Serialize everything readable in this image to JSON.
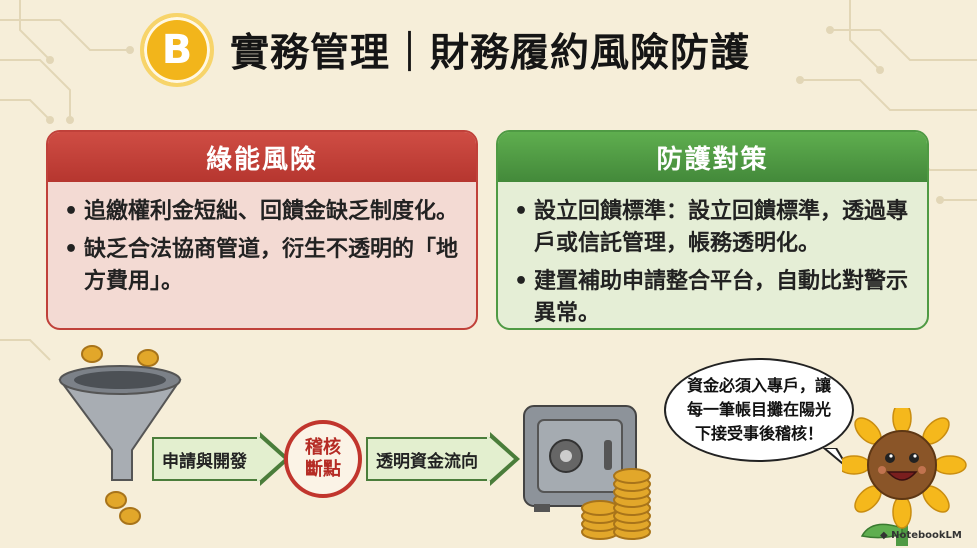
{
  "header": {
    "badge": "B",
    "title": "實務管理｜財務履約風險防護"
  },
  "risk_card": {
    "title": "綠能風險",
    "accent": "#c0413a",
    "items": [
      "追繳權利金短絀、回饋金缺乏制度化。",
      "缺乏合法協商管道，衍生不透明的「地方費用」。"
    ]
  },
  "measure_card": {
    "title": "防護對策",
    "accent": "#4f9a44",
    "items": [
      "設立回饋標準：設立回饋標準，透過專戶或信託管理，帳務透明化。",
      "建置補助申請整合平台，自動比對警示異常。"
    ]
  },
  "flow": {
    "step1": "申請與開發",
    "stamp_line1": "稽核",
    "stamp_line2": "斷點",
    "step2": "透明資金流向"
  },
  "speech_bubble": {
    "line1": "資金必須入專戶，讓",
    "line2": "每一筆帳目攤在陽光",
    "line3": "下接受事後稽核！"
  },
  "watermark": "NotebookLM"
}
